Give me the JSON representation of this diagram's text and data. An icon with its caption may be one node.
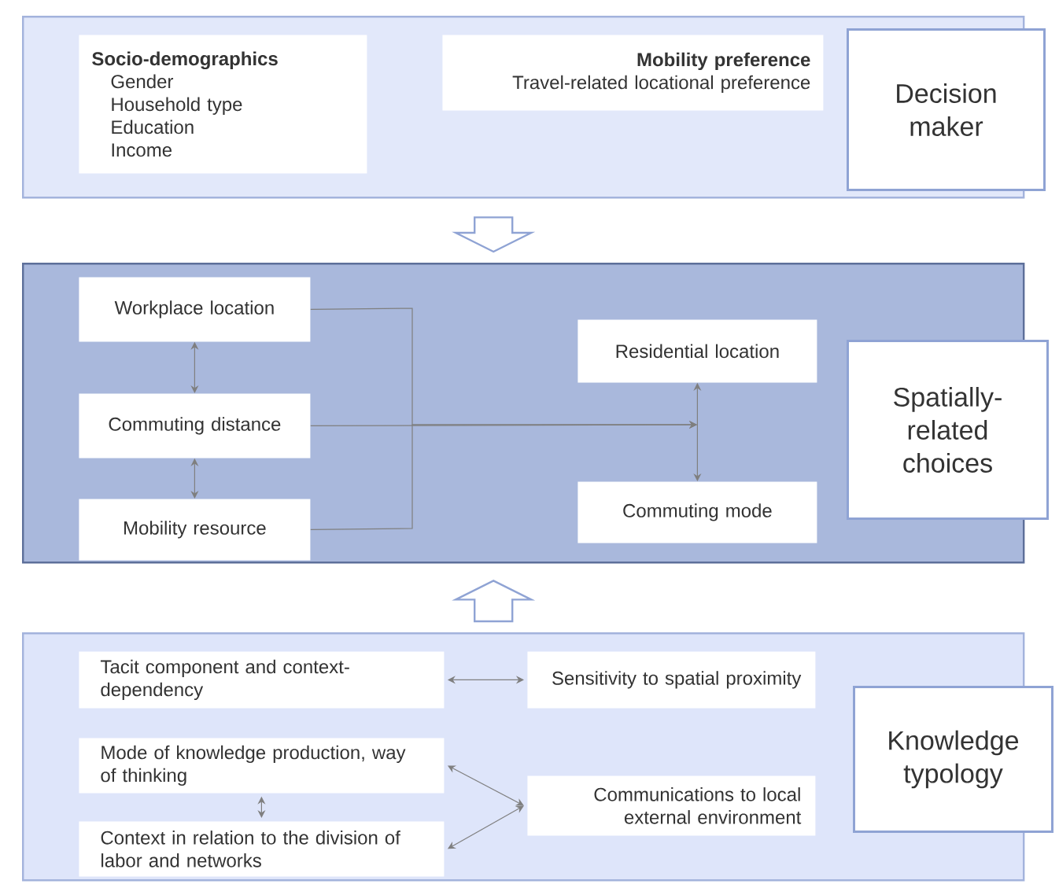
{
  "diagram": {
    "nodes": [
      {
        "text": [],
        "shape": "box"
      },
      {
        "text": [
          "Socio-demographics",
          "Gender",
          "Household type",
          "Education",
          "Income"
        ],
        "in": 0
      },
      {
        "text": [
          "Mobility preference",
          "Travel-related locational preference"
        ],
        "in": 0
      },
      {
        "text": [
          "Decision maker"
        ]
      },
      {
        "text": [],
        "shape": "box"
      },
      {
        "text": [
          "Workplace location"
        ],
        "in": 4
      },
      {
        "text": [
          "Commuting distance"
        ],
        "in": 4
      },
      {
        "text": [
          "Mobility resource"
        ],
        "in": 4
      },
      {
        "text": [
          "Residential location"
        ],
        "in": 4
      },
      {
        "text": [
          "Commuting mode"
        ],
        "in": 4
      },
      {
        "text": [
          "Spatially-related choices"
        ]
      },
      {
        "text": [],
        "shape": "box"
      },
      {
        "text": [
          "Tacit component and context-dependency"
        ],
        "in": 11
      },
      {
        "text": [
          "Sensitivity to spatial proximity"
        ],
        "in": 11
      },
      {
        "text": [
          "Mode of knowledge production, way of thinking"
        ],
        "in": 11
      },
      {
        "text": [
          "Context in relation to the division of labor and networks"
        ],
        "in": 11
      },
      {
        "text": [
          "Communications to local external environment"
        ],
        "in": 11
      },
      {
        "text": [
          "Knowledge typology"
        ]
      }
    ],
    "edges": [
      {
        "from": 0,
        "to": 4,
        "arrow": "to",
        "style": "thick"
      },
      {
        "from": 11,
        "to": 4,
        "arrow": "to",
        "style": "thick"
      },
      {
        "from": 5,
        "to": 6,
        "arrow": "both"
      },
      {
        "from": 6,
        "to": 7,
        "arrow": "both"
      },
      {
        "from": 5,
        "to": null,
        "arrow": "to"
      },
      {
        "from": 6,
        "to": null,
        "arrow": "to"
      },
      {
        "from": 7,
        "to": null,
        "arrow": "to"
      },
      {
        "from": 8,
        "to": 9,
        "arrow": "both"
      },
      {
        "from": 12,
        "to": 13,
        "arrow": "both"
      },
      {
        "from": 14,
        "to": 15,
        "arrow": "both"
      },
      {
        "from": 14,
        "to": 16,
        "arrow": "both"
      },
      {
        "from": 15,
        "to": 16,
        "arrow": "both"
      }
    ]
  }
}
